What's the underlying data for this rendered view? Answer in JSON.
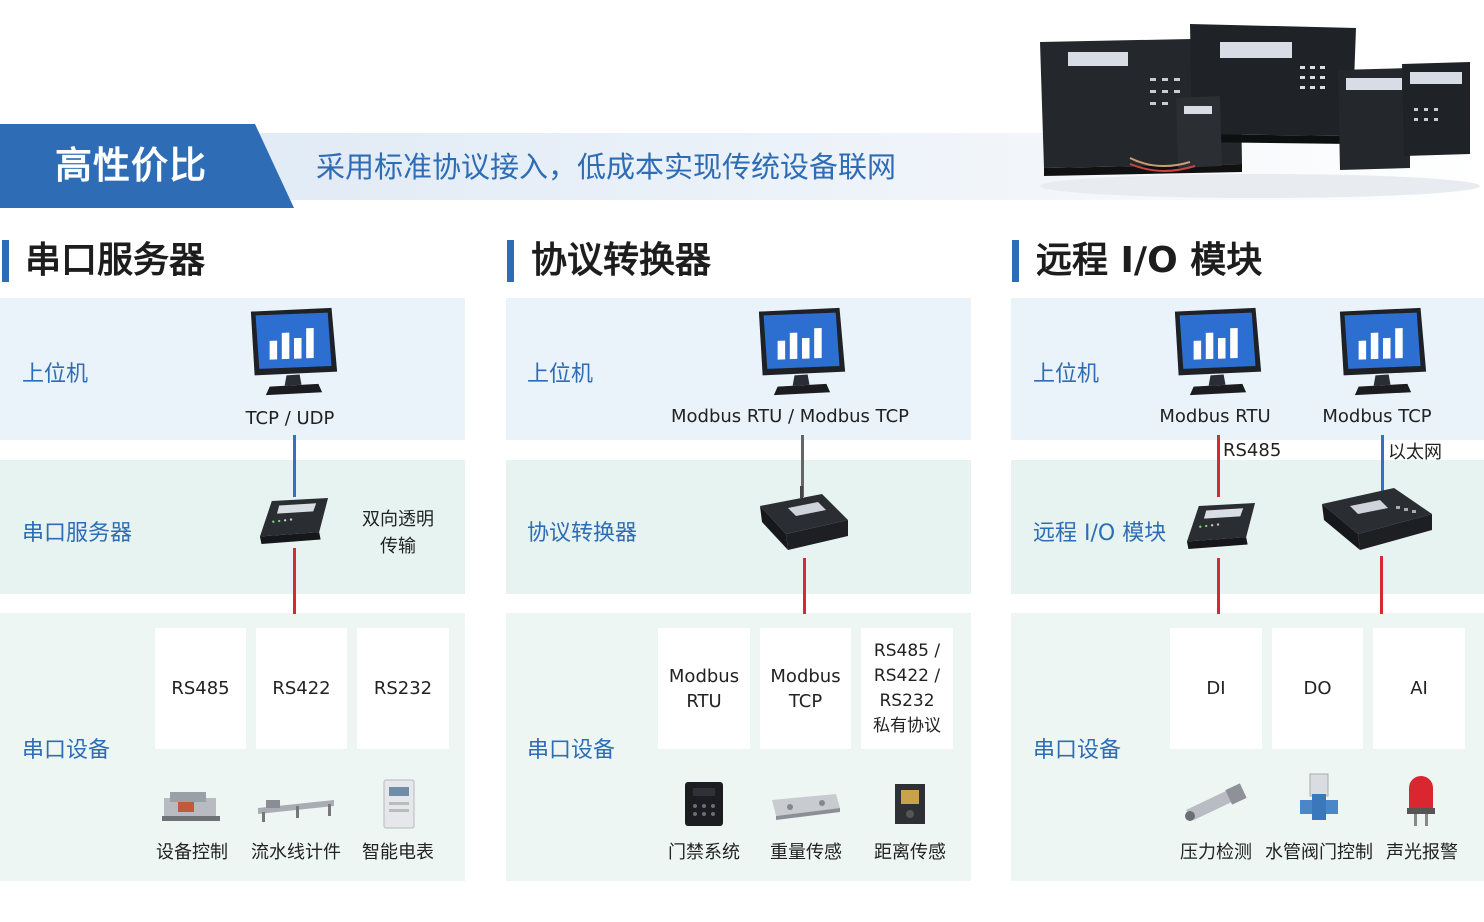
{
  "banner": {
    "tag": "高性价比",
    "subtitle": "采用标准协议接入，低成本实现传统设备联网"
  },
  "sections": {
    "serial": {
      "title": "串口服务器",
      "host_label": "上位机",
      "host_protocol": "TCP / UDP",
      "mid_label": "串口服务器",
      "mid_note_1": "双向透明",
      "mid_note_2": "传输",
      "bottom_label": "串口设备",
      "cards": [
        "RS485",
        "RS422",
        "RS232"
      ],
      "devices": [
        "设备控制",
        "流水线计件",
        "智能电表"
      ]
    },
    "converter": {
      "title": "协议转换器",
      "host_label": "上位机",
      "host_protocol": "Modbus RTU / Modbus TCP",
      "mid_label": "协议转换器",
      "bottom_label": "串口设备",
      "card1": [
        "Modbus",
        "RTU"
      ],
      "card2": [
        "Modbus",
        "TCP"
      ],
      "card3": [
        "RS485 /",
        "RS422 /",
        "RS232",
        "私有协议"
      ],
      "devices": [
        "门禁系统",
        "重量传感",
        "距离传感"
      ]
    },
    "remote_io": {
      "title": "远程 I/O 模块",
      "host_label": "上位机",
      "host_protocol_1": "Modbus RTU",
      "host_protocol_2": "Modbus TCP",
      "link_1": "RS485",
      "link_2": "以太网",
      "mid_label": "远程 I/O 模块",
      "bottom_label": "串口设备",
      "cards": [
        "DI",
        "DO",
        "AI"
      ],
      "devices": [
        "压力检测",
        "水管阀门控制",
        "声光报警"
      ]
    }
  }
}
